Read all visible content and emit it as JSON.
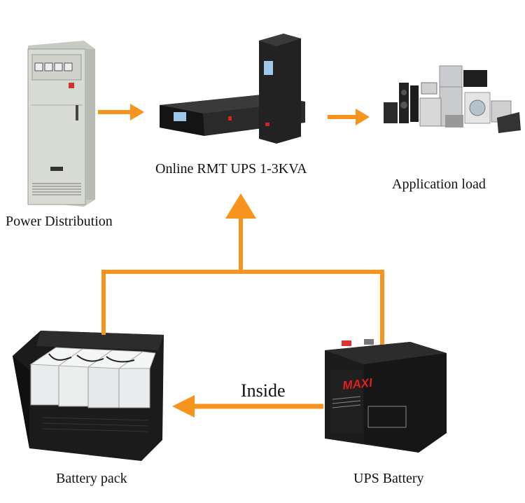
{
  "nodes": {
    "power_distribution": "Power Distribution",
    "ups": "Online RMT UPS 1-3KVA",
    "application_load": "Application load",
    "battery_pack": "Battery pack",
    "ups_battery": "UPS Battery"
  },
  "edges": {
    "inside": "Inside"
  },
  "battery_brand": "MAXI",
  "colors": {
    "arrow": "#f7941d",
    "cabinet": "#d6d8d2",
    "device_dark": "#1a1a1a",
    "battery_cell": "#e9ecec",
    "brand_red": "#e02020"
  }
}
